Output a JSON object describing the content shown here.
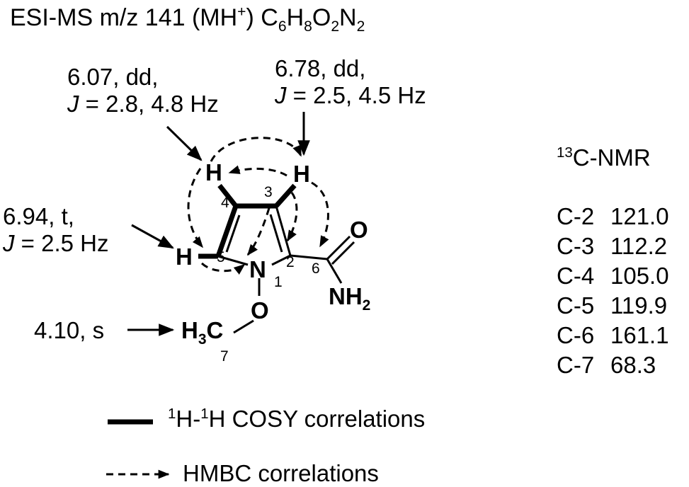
{
  "title": {
    "prefix": "ESI-MS m/z 141 (MH",
    "sup": "+",
    "suffix": ") ",
    "formula": [
      [
        "C",
        "6"
      ],
      [
        "H",
        "8"
      ],
      [
        "O",
        "2"
      ],
      [
        "N",
        "2"
      ]
    ]
  },
  "annotations": {
    "h3": {
      "line1": "6.78, dd,",
      "j": "J",
      "line2": " = 2.5, 4.5 Hz"
    },
    "h4": {
      "line1": "6.07, dd,",
      "j": "J",
      "line2": " = 2.8, 4.8 Hz"
    },
    "h5": {
      "line1": "6.94, t,",
      "j": "J",
      "line2": " = 2.5 Hz"
    },
    "h7": {
      "line1": "4.10, s"
    }
  },
  "atoms": {
    "n1": "N",
    "h3": "H",
    "h4": "H",
    "h5": "H",
    "o": "O",
    "carbonyl_o": "O",
    "nh2": "NH",
    "nh2_sub": "2",
    "ch3_h": "H",
    "ch3_sub": "3",
    "ch3_c": "C"
  },
  "atom_numbers": [
    "1",
    "2",
    "3",
    "4",
    "5",
    "6",
    "7"
  ],
  "nmr": {
    "heading_sup": "13",
    "heading": "C-NMR",
    "rows": [
      {
        "label": "C-2",
        "value": "121.0"
      },
      {
        "label": "C-3",
        "value": "112.2"
      },
      {
        "label": "C-4",
        "value": "105.0"
      },
      {
        "label": "C-5",
        "value": "119.9"
      },
      {
        "label": "C-6",
        "value": "161.1"
      },
      {
        "label": "C-7",
        "value": "68.3"
      }
    ]
  },
  "legend": {
    "cosy": {
      "sup1": "1",
      "mid": "H-",
      "sup2": "1",
      "text": "H COSY correlations"
    },
    "hmbc": {
      "text": "HMBC correlations"
    }
  }
}
